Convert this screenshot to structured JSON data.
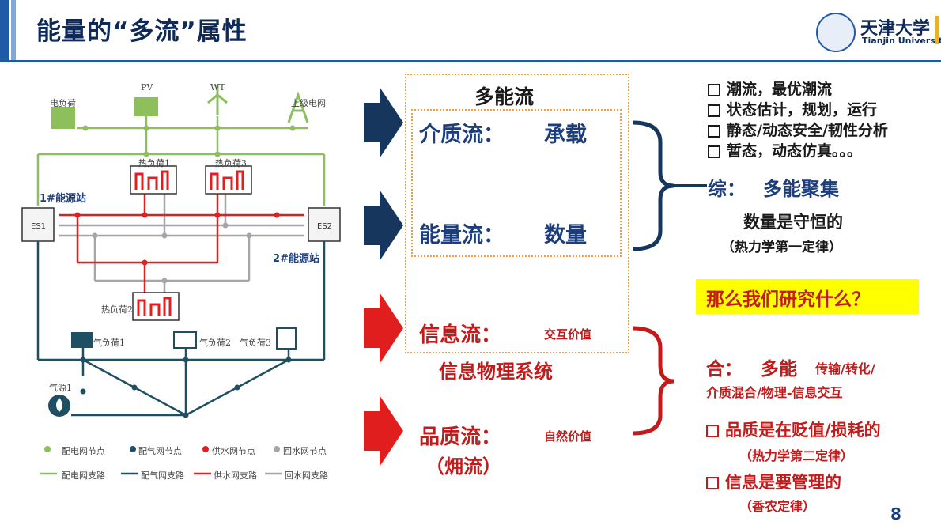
{
  "header": {
    "title": "能量的“多流”属性",
    "logo_cn": "天津大学",
    "logo_en": "Tianjin University"
  },
  "diagram": {
    "labels": {
      "electric_load": "电负荷",
      "pv": "PV",
      "wt": "WT",
      "grid": "上级电网",
      "heat_load_1": "热负荷1",
      "heat_load_3": "热负荷3",
      "heat_load_2": "热负荷2",
      "station_1": "1#能源站",
      "station_2": "2#能源站",
      "es1": "ES1",
      "es2": "ES2",
      "gas_load_1": "气负荷1",
      "gas_load_2": "气负荷2",
      "gas_load_3": "气负荷3",
      "gas_source_1": "气源1"
    },
    "legend": {
      "nodes": [
        "配电网节点",
        "配气网节点",
        "供水网节点",
        "回水网节点"
      ],
      "branches": [
        "配电网支路",
        "配气网支路",
        "供水网支路",
        "回水网支路"
      ]
    },
    "colors": {
      "power": "#8dbf5c",
      "gas": "#1f4f63",
      "supply_water": "#e02020",
      "return_water": "#a6a6a6"
    }
  },
  "center": {
    "multi_energy_flow": "多能流",
    "medium_flow": "介质流：",
    "medium_flow_value": "承载",
    "energy_flow": "能量流：",
    "energy_flow_value": "数量",
    "info_flow": "信息流：",
    "info_flow_value": "交互价值",
    "cps": "信息物理系统",
    "quality_flow": "品质流：",
    "quality_flow_value": "自然价值",
    "exergy": "（㶲流）"
  },
  "right": {
    "list_top": [
      "潮流，最优潮流",
      "状态估计，规划，运行",
      "静态/动态安全/韧性分析",
      "暂态，动态仿真。。。"
    ],
    "summary_label": "综：",
    "summary_value": "多能聚集",
    "conserved": "数量是守恒的",
    "first_law": "（热力学第一定律）",
    "question": "那么我们研究什么？",
    "combine_label": "合：",
    "combine_value": "多能",
    "combine_tail": "传输/转化/",
    "combine_line2": "介质混合/物理-信息交互",
    "quality_item": "品质是在贬值/损耗的",
    "second_law": "（热力学第二定律）",
    "info_item": "信息是要管理的",
    "shannon": "（香农定律）"
  },
  "page_number": "8"
}
